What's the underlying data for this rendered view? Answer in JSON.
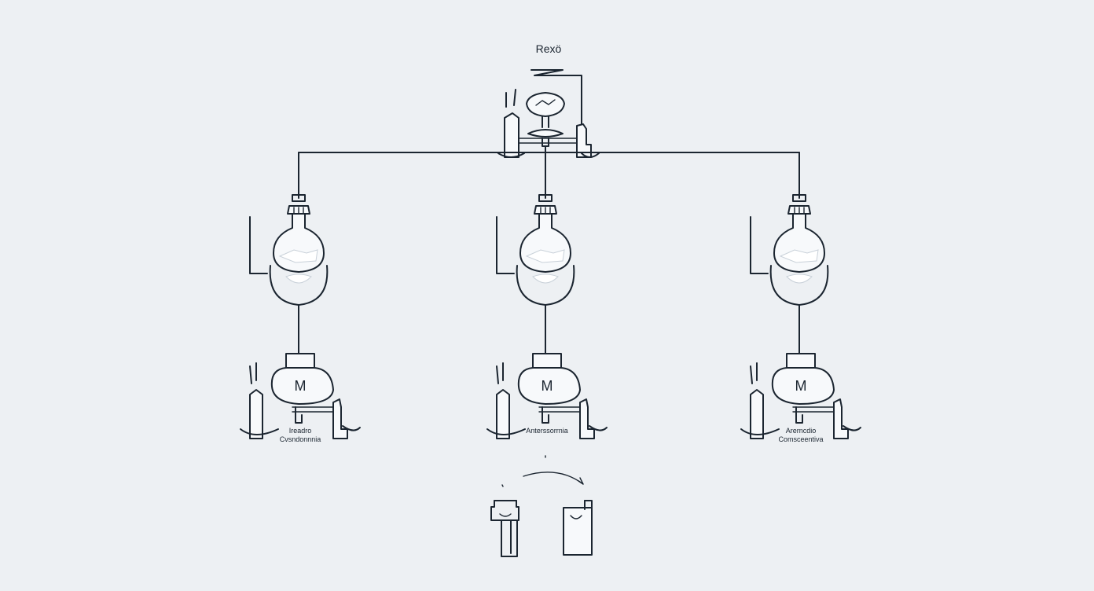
{
  "diagram": {
    "root": {
      "label": "Rexö"
    },
    "branches": [
      {
        "id": "left",
        "caption_line1": "Ireadro",
        "caption_line2": "Cvsndonnnia"
      },
      {
        "id": "center",
        "caption_line1": "Anterssorrnia",
        "caption_line2": ""
      },
      {
        "id": "right",
        "caption_line1": "Arerncdio",
        "caption_line2": "Comsceentiva"
      }
    ],
    "motor_symbol": "M",
    "line_color": "#1b2530",
    "background_color": "#edf0f3"
  }
}
